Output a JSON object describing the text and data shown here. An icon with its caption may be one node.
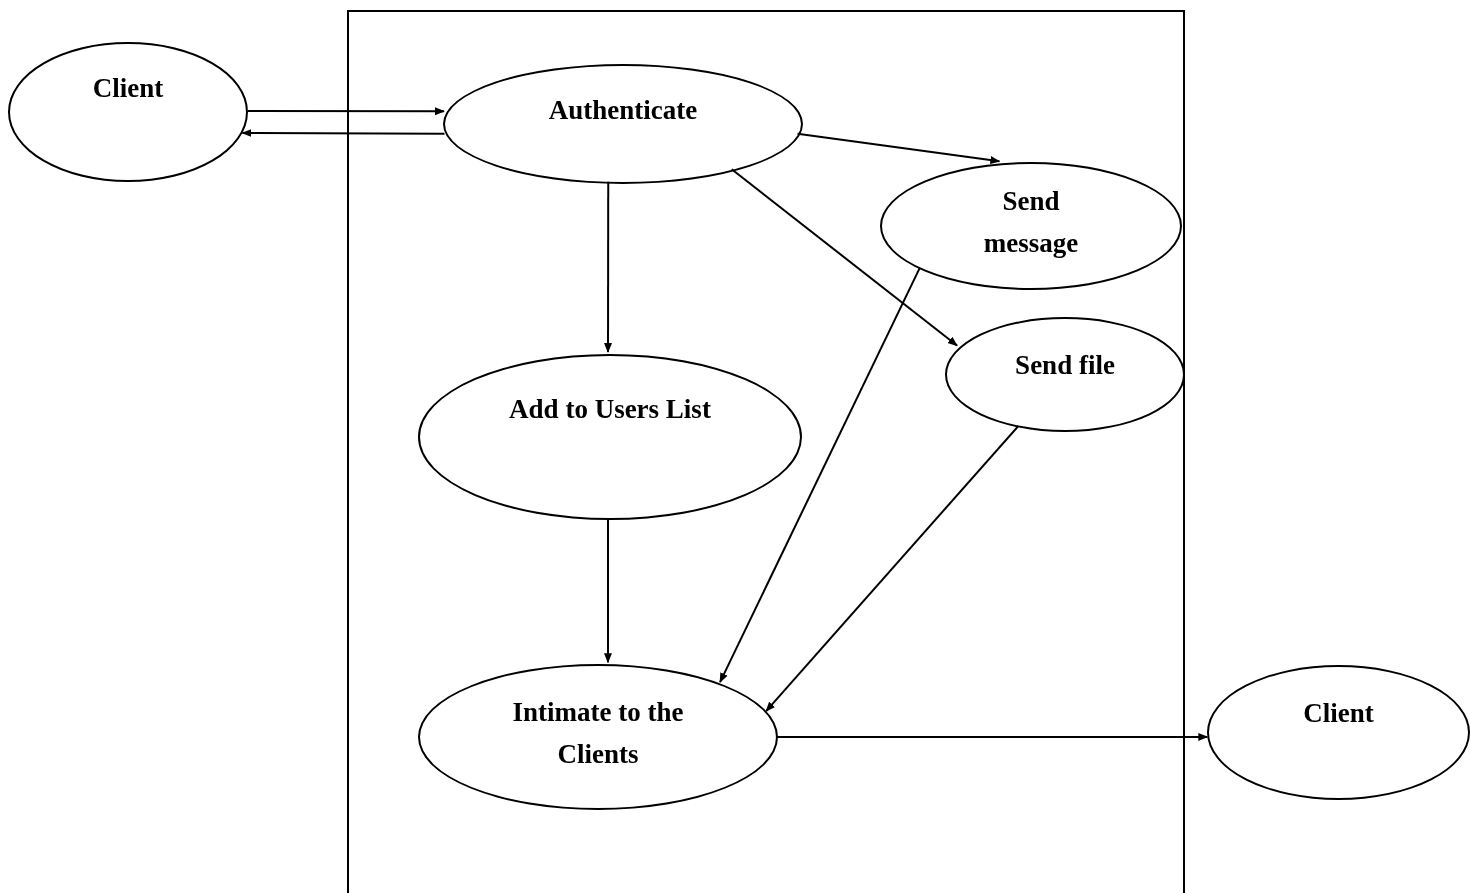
{
  "diagram": {
    "nodes": [
      {
        "text": [],
        "shape": "box"
      },
      {
        "text": [
          "Client"
        ]
      },
      {
        "text": [
          "Authenticate"
        ],
        "in": 0
      },
      {
        "text": [
          "Send message"
        ],
        "in": 0
      },
      {
        "text": [
          "Send file"
        ],
        "in": 0
      },
      {
        "text": [
          "Add to Users List"
        ],
        "in": 0
      },
      {
        "text": [
          "Intimate to the Clients"
        ],
        "in": 0
      },
      {
        "text": [
          "Client"
        ]
      }
    ],
    "edges": [
      {
        "from": 1,
        "to": 2,
        "arrow": "to"
      },
      {
        "from": 2,
        "to": 1,
        "arrow": "to"
      },
      {
        "from": 2,
        "to": 3,
        "arrow": "to"
      },
      {
        "from": 2,
        "to": 4,
        "arrow": "to"
      },
      {
        "from": 2,
        "to": 5,
        "arrow": "to"
      },
      {
        "from": 5,
        "to": 6,
        "arrow": "to"
      },
      {
        "from": 3,
        "to": 6,
        "arrow": "to"
      },
      {
        "from": 4,
        "to": 6,
        "arrow": "to"
      },
      {
        "from": 6,
        "to": 7,
        "arrow": "to"
      }
    ]
  }
}
